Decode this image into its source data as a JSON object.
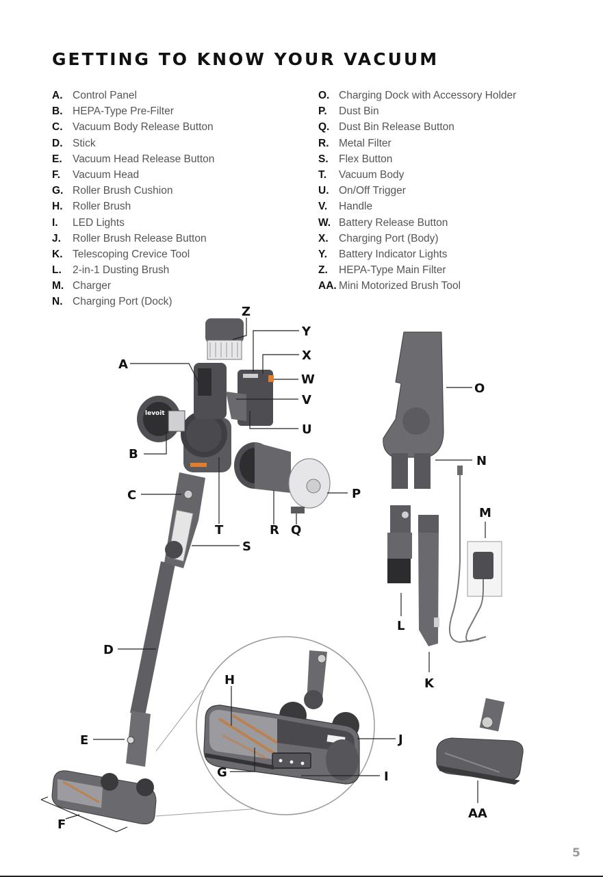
{
  "page": {
    "title": "GETTING TO KNOW YOUR VACUUM",
    "page_number": "5"
  },
  "parts_left": [
    {
      "key": "A.",
      "label": "Control Panel"
    },
    {
      "key": "B.",
      "label": "HEPA-Type Pre-Filter"
    },
    {
      "key": "C.",
      "label": "Vacuum Body Release Button"
    },
    {
      "key": "D.",
      "label": "Stick"
    },
    {
      "key": "E.",
      "label": "Vacuum Head Release Button"
    },
    {
      "key": "F.",
      "label": "Vacuum Head"
    },
    {
      "key": "G.",
      "label": "Roller Brush Cushion"
    },
    {
      "key": "H.",
      "label": "Roller Brush"
    },
    {
      "key": "I.",
      "label": "LED Lights"
    },
    {
      "key": "J.",
      "label": "Roller Brush Release Button"
    },
    {
      "key": "K.",
      "label": "Telescoping Crevice Tool"
    },
    {
      "key": "L.",
      "label": "2-in-1 Dusting Brush"
    },
    {
      "key": "M.",
      "label": "Charger"
    },
    {
      "key": "N.",
      "label": "Charging Port (Dock)"
    }
  ],
  "parts_right": [
    {
      "key": "O.",
      "label": "Charging Dock with Accessory Holder"
    },
    {
      "key": "P.",
      "label": "Dust Bin"
    },
    {
      "key": "Q.",
      "label": "Dust Bin Release Button"
    },
    {
      "key": "R.",
      "label": "Metal Filter"
    },
    {
      "key": "S.",
      "label": "Flex Button"
    },
    {
      "key": "T.",
      "label": "Vacuum Body"
    },
    {
      "key": "U.",
      "label": "On/Off Trigger"
    },
    {
      "key": "V.",
      "label": "Handle"
    },
    {
      "key": "W.",
      "label": "Battery Release Button"
    },
    {
      "key": "X.",
      "label": "Charging Port (Body)"
    },
    {
      "key": "Y.",
      "label": "Battery Indicator Lights"
    },
    {
      "key": "Z.",
      "label": "HEPA-Type Main Filter"
    },
    {
      "key": "AA.",
      "label": "Mini Motorized Brush Tool"
    }
  ],
  "callouts": {
    "A": "A",
    "B": "B",
    "C": "C",
    "D": "D",
    "E": "E",
    "F": "F",
    "G": "G",
    "H": "H",
    "I": "I",
    "J": "J",
    "K": "K",
    "L": "L",
    "M": "M",
    "N": "N",
    "O": "O",
    "P": "P",
    "Q": "Q",
    "R": "R",
    "S": "S",
    "T": "T",
    "U": "U",
    "V": "V",
    "W": "W",
    "X": "X",
    "Y": "Y",
    "Z": "Z",
    "AA": "AA"
  },
  "brand_logo": "levoit",
  "colors": {
    "body_gray": "#5f5f62",
    "dark_gray": "#3e3e41",
    "light_gray": "#bfbfc1",
    "accent_orange": "#e07d2e",
    "text_gray": "#555555"
  }
}
